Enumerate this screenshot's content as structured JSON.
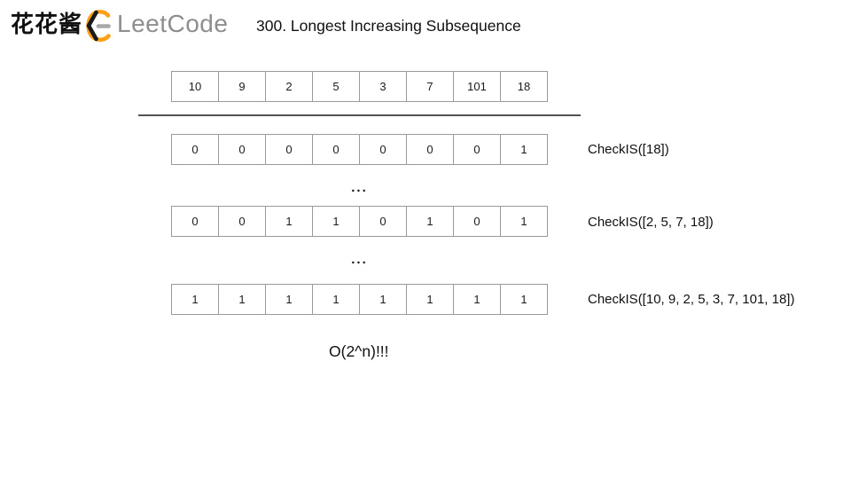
{
  "header": {
    "brand_cn": "花花酱",
    "brand_en": "LeetCode",
    "title": "300. Longest Increasing Subsequence"
  },
  "input": {
    "values": [
      "10",
      "9",
      "2",
      "5",
      "3",
      "7",
      "101",
      "18"
    ]
  },
  "checks": [
    {
      "values": [
        "0",
        "0",
        "0",
        "0",
        "0",
        "0",
        "0",
        "1"
      ],
      "label": "CheckIS([18])"
    },
    {
      "values": [
        "0",
        "0",
        "1",
        "1",
        "0",
        "1",
        "0",
        "1"
      ],
      "label": "CheckIS([2, 5, 7, 18])"
    },
    {
      "values": [
        "1",
        "1",
        "1",
        "1",
        "1",
        "1",
        "1",
        "1"
      ],
      "label": "CheckIS([10, 9, 2, 5, 3, 7, 101, 18])"
    }
  ],
  "ellipsis": "...",
  "footer": {
    "complexity": "O(2^n)!!!"
  },
  "colors": {
    "logo_orange": "#FFA116",
    "logo_black": "#1A1A1A",
    "logo_dash_gray": "#A8A8A8",
    "wordmark_gray": "#8E8E8E",
    "cell_border_gray": "#9A9A9A",
    "divider_gray": "#525252"
  }
}
